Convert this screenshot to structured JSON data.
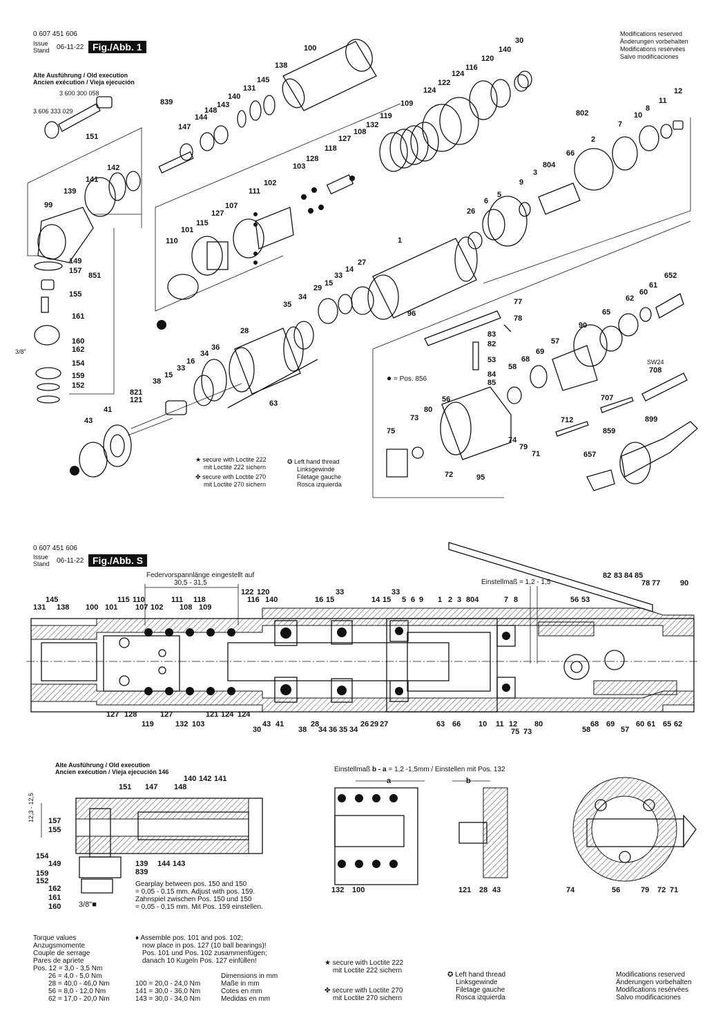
{
  "header1": {
    "part_no": "0 607 451 606",
    "issue_label": "Issue",
    "stand_label": "Stand",
    "issue_date": "06-11-22",
    "fig_tag": "Fig./Abb. 1"
  },
  "header2": {
    "part_no": "0 607 451 606",
    "issue_label": "Issue",
    "stand_label": "Stand",
    "issue_date": "06-11-22",
    "fig_tag": "Fig./Abb. S"
  },
  "modifications": [
    "Modifications reserved",
    "Änderungen vorbehalten",
    "Modifications resérvées",
    "Salvo modificaciones"
  ],
  "old_exec": [
    "Alte Ausführung / Old execution",
    "Ancien exécution / Vieja ejecución"
  ],
  "old_exec_parts": [
    "3 600 300 058",
    "3 606 333 029"
  ],
  "legend_dot": "= Pos. 856",
  "loctite": {
    "l222_en": "secure with Loctite 222",
    "l222_de": "mit Loctite 222 sichern",
    "l270_en": "secure with Loctite 270",
    "l270_de": "mit Loctite 270 sichern"
  },
  "left_thread": [
    "Left hand thread",
    "Linksgewinde",
    "Filetage gauche",
    "Rosca izquierda"
  ],
  "section": {
    "spring_title": "Federvorspannlänge eingestellt auf",
    "spring_value": "30,5 - 31,5",
    "einstell_label": "Einstellmaß = 1,2 - 1,5",
    "ba_title_pre": "Einstellmaß",
    "ba_title_bold": "b - a",
    "ba_title_post": "= 1,2 -1,5mm / Einstellen mit Pos. 132",
    "a": "a",
    "b": "b",
    "old_exec_146": "146",
    "dim_v1": "12,3 - 12,5",
    "drive": "3/8\""
  },
  "gearplay": [
    "Gearplay between pos. 150 and 150",
    "= 0,05 - 0,15 mm. Adjust with pos. 159.",
    "Zahnspiel zwischen Pos. 150 und 150",
    "= 0,05 - 0,15 mm. Mit Pos. 159 einstellen."
  ],
  "assemble": [
    "♦ Assemble pos. 101 and pos. 102;",
    "now place in pos. 127 (10 ball bearings)!",
    "Pos. 101 und Pos. 102 zusammenfügen;",
    "danach 10 Kugeln Pos. 127 einfüllen!"
  ],
  "torque": {
    "titles": [
      "Torque values",
      "Anzugsmomente",
      "Couple de serrage",
      "Pares de apriete"
    ],
    "rows": [
      "Pos. 12 =   3,0 -   3,5 Nm",
      "26 =   4,0 -   5,0 Nm",
      "28 = 40,0 - 46,0 Nm",
      "56 =   8,0 - 12,0 Nm",
      "62 = 17,0 - 20,0 Nm"
    ],
    "rows2": [
      "100 = 20,0 - 24,0 Nm",
      "141 = 30,0 - 36,0 Nm",
      "143 = 30,0 - 34,0 Nm"
    ],
    "dims": [
      "Dimensions in mm",
      "Maße in mm",
      "Cotes en mm",
      "Medidas en mm"
    ]
  },
  "labels_top": [
    "100",
    "138",
    "145",
    "131",
    "140",
    "143",
    "148",
    "144",
    "147",
    "839",
    "151",
    "142",
    "141",
    "139",
    "99",
    "30",
    "140",
    "120",
    "116",
    "124",
    "122",
    "124",
    "109",
    "119",
    "132",
    "108",
    "127",
    "118",
    "128",
    "103",
    "102",
    "111",
    "107",
    "127",
    "115",
    "101",
    "110",
    "12",
    "11",
    "8",
    "10",
    "802",
    "7",
    "2",
    "66",
    "804",
    "3",
    "9",
    "5",
    "6",
    "26",
    "1",
    "27",
    "14",
    "33",
    "15",
    "29",
    "34",
    "35",
    "28",
    "36",
    "34",
    "16",
    "33",
    "15",
    "38",
    "821",
    "121",
    "41",
    "43",
    "63",
    "96",
    "149",
    "157",
    "851",
    "155",
    "161",
    "160",
    "162",
    "154",
    "159",
    "152",
    "652",
    "61",
    "60",
    "62",
    "65",
    "90",
    "77",
    "78",
    "83",
    "82",
    "53",
    "84",
    "85",
    "57",
    "69",
    "68",
    "58",
    "56",
    "80",
    "73",
    "75",
    "74",
    "79",
    "71",
    "72",
    "95",
    "708",
    "707",
    "712",
    "899",
    "859",
    "657"
  ],
  "labels_bottom": [
    "131",
    "138",
    "145",
    "100",
    "101",
    "115",
    "110",
    "107",
    "102",
    "111",
    "108",
    "118",
    "109",
    "122",
    "116",
    "120",
    "140",
    "16",
    "15",
    "33",
    "14",
    "15",
    "5",
    "6",
    "9",
    "1",
    "2",
    "3",
    "804",
    "7",
    "8",
    "56",
    "53",
    "82",
    "83",
    "84",
    "85",
    "78",
    "77",
    "90",
    "127",
    "128",
    "119",
    "127",
    "132",
    "103",
    "121",
    "124",
    "124",
    "30",
    "43",
    "41",
    "38",
    "28",
    "34",
    "36",
    "35",
    "34",
    "26",
    "29",
    "27",
    "63",
    "66",
    "10",
    "11",
    "12",
    "75",
    "73",
    "80",
    "58",
    "68",
    "69",
    "57",
    "60",
    "61",
    "65",
    "62"
  ],
  "detail_labels": [
    "151",
    "147",
    "148",
    "140",
    "142",
    "141",
    "157",
    "155",
    "154",
    "149",
    "159",
    "152",
    "162",
    "161",
    "160",
    "139",
    "839",
    "144",
    "143",
    "132",
    "100",
    "121",
    "28",
    "43",
    "74",
    "56",
    "79",
    "72",
    "71"
  ]
}
